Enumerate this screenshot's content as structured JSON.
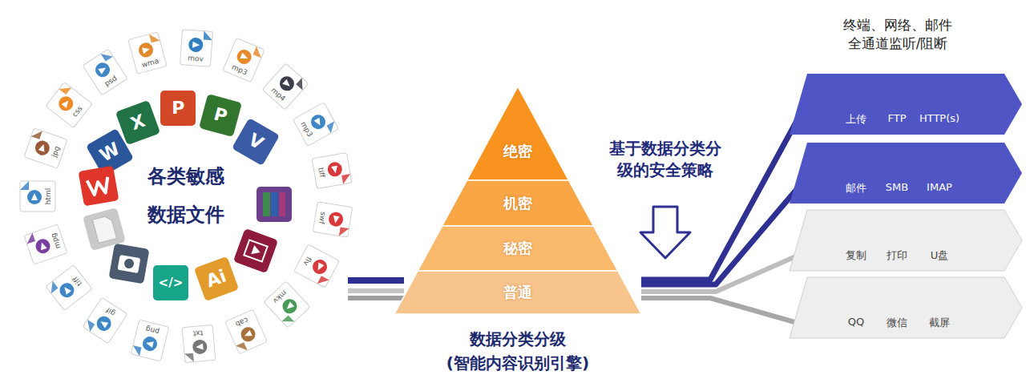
{
  "diagram": {
    "nodes": [
      {
        "text": [
          "绝密"
        ]
      },
      {
        "text": [
          "机密"
        ]
      },
      {
        "text": [
          "秘密"
        ]
      },
      {
        "text": [
          "普通"
        ]
      },
      {
        "text": [
          "上传",
          "FTP",
          "HTTP(s)"
        ]
      },
      {
        "text": [
          "邮件",
          "SMB",
          "IMAP"
        ]
      },
      {
        "text": [
          "复制",
          "打印",
          "U盘"
        ]
      },
      {
        "text": [
          "QQ",
          "微信",
          "截屏"
        ]
      }
    ],
    "edges": [
      {
        "from": 3,
        "to": 4,
        "arrow": "none"
      },
      {
        "from": 3,
        "to": 5,
        "arrow": "none"
      },
      {
        "from": 3,
        "to": 6,
        "arrow": "none"
      },
      {
        "from": 3,
        "to": 7,
        "arrow": "none"
      }
    ],
    "labels": [
      "终端、网络、邮件 全通道监听/阻断",
      "基于数据分类分级的安全策略",
      "各类敏感 数据文件",
      "数据分类分级 (智能内容识别引擎)",
      "wma",
      "mov",
      "mp3",
      "mp4",
      "mp3",
      "tiff",
      "swf",
      "flv",
      "mkv",
      "cab",
      "txt",
      "png",
      "gif",
      "tiff",
      "mpg",
      "html",
      "jpg",
      "css",
      "psd",
      "W",
      "X",
      "P",
      "P",
      "V",
      "Ai",
      "</>"
    ]
  }
}
